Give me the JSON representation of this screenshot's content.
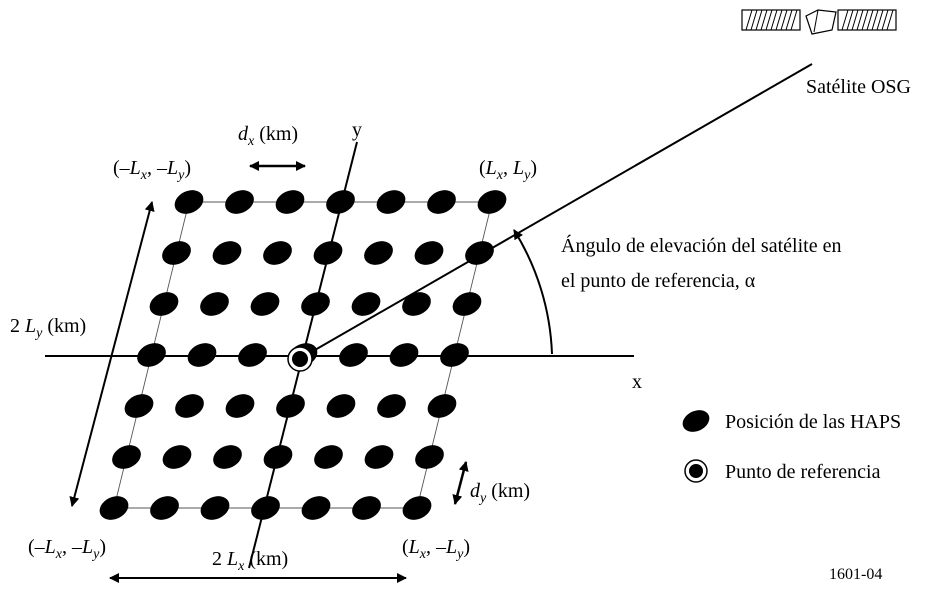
{
  "labels": {
    "satellite": "Satélite OSG",
    "elevation_line1": "Ángulo de elevación del satélite en",
    "elevation_line2": "el punto de referencia, α",
    "y_axis": "y",
    "x_axis": "x",
    "dx_main": "d",
    "dx_sub": "x",
    "dx_unit": " (km)",
    "dy_main": "d",
    "dy_sub": "y",
    "dy_unit": " (km)",
    "span_y_prefix": "2 ",
    "span_y_main": "L",
    "span_y_sub": "y",
    "span_y_unit": " (km)",
    "span_x_prefix": "2 ",
    "span_x_main": "L",
    "span_x_sub": "x",
    "span_x_unit": " (km)",
    "figure_id": "1601-04"
  },
  "corners": {
    "top_left": {
      "open": "(–",
      "a": "L",
      "a_sub": "x",
      "sep": ", –",
      "b": "L",
      "b_sub": "y",
      "close": ")"
    },
    "top_right": {
      "open": "(",
      "a": "L",
      "a_sub": "x",
      "sep": ", ",
      "b": "L",
      "b_sub": "y",
      "close": ")"
    },
    "bottom_left": {
      "open": "(–",
      "a": "L",
      "a_sub": "x",
      "sep": ", –",
      "b": "L",
      "b_sub": "y",
      "close": ")"
    },
    "bottom_right": {
      "open": "(",
      "a": "L",
      "a_sub": "x",
      "sep": ", –",
      "b": "L",
      "b_sub": "y",
      "close": ")"
    }
  },
  "legend": {
    "haps": "Posición de las HAPS",
    "reference": "Punto de referencia"
  },
  "grid": {
    "rows": 7,
    "cols": 7
  }
}
